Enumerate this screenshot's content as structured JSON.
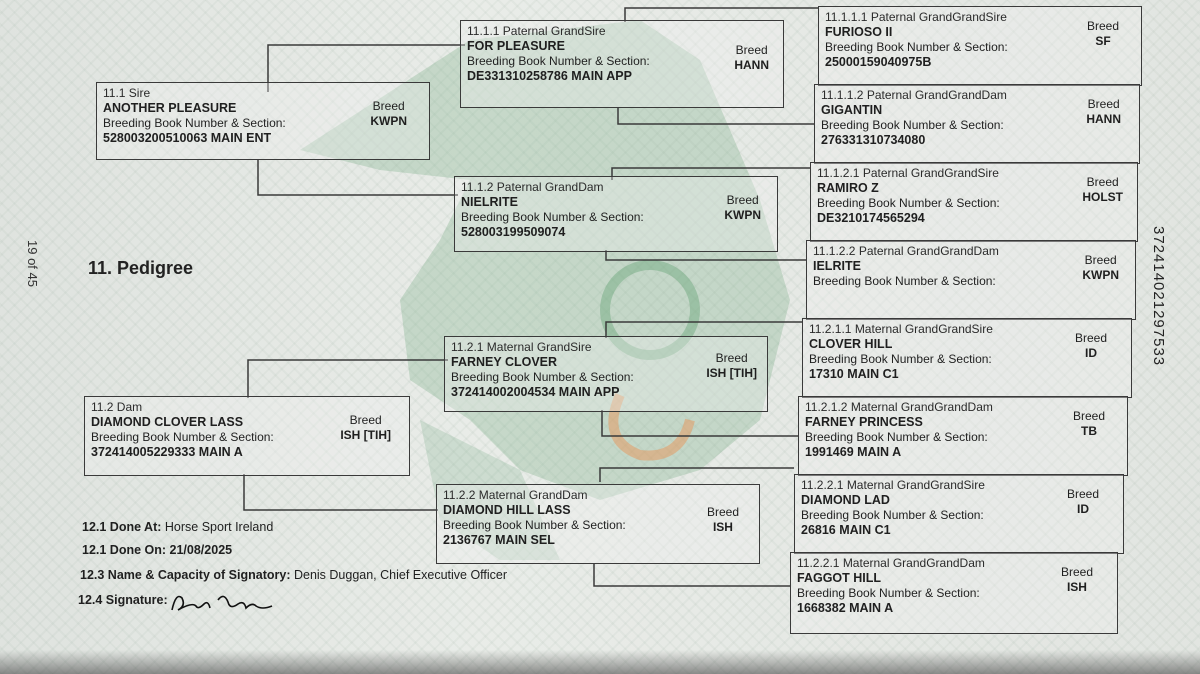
{
  "page_number": "19 of 45",
  "section_title": "11. Pedigree",
  "side_id": "372414021297533",
  "breed_label": "Breed",
  "bbn_label": "Breeding Book Number & Section:",
  "entries": {
    "sire": {
      "role": "11.1 Sire",
      "name": "ANOTHER PLEASURE",
      "bbn": "528003200510063 MAIN ENT",
      "breed": "KWPN"
    },
    "dam": {
      "role": "11.2 Dam",
      "name": "DIAMOND CLOVER LASS",
      "bbn": "372414005229333 MAIN A",
      "breed": "ISH [TIH]"
    },
    "p_gsire": {
      "role": "11.1.1 Paternal GrandSire",
      "name": "FOR PLEASURE",
      "bbn": "DE331310258786 MAIN APP",
      "breed": "HANN"
    },
    "p_gdam": {
      "role": "11.1.2 Paternal GrandDam",
      "name": "NIELRITE",
      "bbn": "528003199509074",
      "breed": "KWPN"
    },
    "m_gsire": {
      "role": "11.2.1 Maternal GrandSire",
      "name": "FARNEY CLOVER",
      "bbn": "372414002004534 MAIN APP",
      "breed": "ISH [TIH]"
    },
    "m_gdam": {
      "role": "11.2.2 Maternal GrandDam",
      "name": "DIAMOND HILL LASS",
      "bbn": "2136767 MAIN SEL",
      "breed": "ISH"
    },
    "ggs1": {
      "role": "11.1.1.1 Paternal GrandGrandSire",
      "name": "FURIOSO II",
      "bbn": "25000159040975B",
      "breed": "SF"
    },
    "ggd1": {
      "role": "11.1.1.2 Paternal GrandGrandDam",
      "name": "GIGANTIN",
      "bbn": "276331310734080",
      "breed": "HANN"
    },
    "ggs2": {
      "role": "11.1.2.1 Paternal GrandGrandSire",
      "name": "RAMIRO Z",
      "bbn": "DE3210174565294",
      "breed": "HOLST"
    },
    "ggd2": {
      "role": "11.1.2.2 Paternal GrandGrandDam",
      "name": "IELRITE",
      "bbn": "",
      "breed": "KWPN"
    },
    "ggs3": {
      "role": "11.2.1.1 Maternal GrandGrandSire",
      "name": "CLOVER HILL",
      "bbn": "17310 MAIN C1",
      "breed": "ID"
    },
    "ggd3": {
      "role": "11.2.1.2 Maternal GrandGrandDam",
      "name": "FARNEY PRINCESS",
      "bbn": "1991469 MAIN A",
      "breed": "TB"
    },
    "ggs4": {
      "role": "11.2.2.1 Maternal GrandGrandSire",
      "name": "DIAMOND LAD",
      "bbn": "26816 MAIN C1",
      "breed": "ID"
    },
    "ggd4": {
      "role": "11.2.2.1 Maternal GrandGrandDam",
      "name": "FAGGOT HILL",
      "bbn": "1668382 MAIN A",
      "breed": "ISH"
    }
  },
  "footer": {
    "done_at_label": "12.1 Done At:",
    "done_at": "Horse Sport Ireland",
    "done_on_label": "12.1 Done On:",
    "done_on": "21/08/2025",
    "signatory_label": "12.3 Name & Capacity of Signatory:",
    "signatory": "Denis Duggan, Chief Executive Officer",
    "signature_label": "12.4 Signature:"
  },
  "colors": {
    "watermark_green": "#6aa67a",
    "watermark_orange": "#e8955a",
    "line": "#3a3a3a"
  }
}
